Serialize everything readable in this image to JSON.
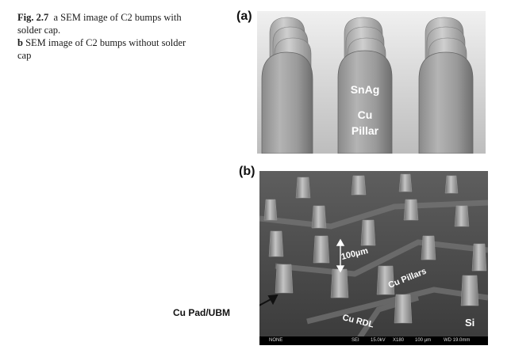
{
  "caption": {
    "fig_label": "Fig. 2.7",
    "line_a": "a SEM image of C2 bumps with solder cap.",
    "sub_b": "b",
    "line_b": "SEM image of C2 bumps without solder cap"
  },
  "panel_a": {
    "label": "(a)",
    "text_solder": "SnAg",
    "text_cu": "Cu",
    "text_pillar": "Pillar"
  },
  "panel_b": {
    "label": "(b)",
    "scale_text": "100µm",
    "pillars_text": "Cu Pillars",
    "rdl_text": "Cu RDL",
    "si_text": "Si",
    "pad_label": "Cu Pad/UBM",
    "info": {
      "none": "NONE",
      "sei": "SEI",
      "kv": "15.0kV",
      "mag": "X180",
      "scalebar": "100 µm",
      "wd": "WD 19.0mm"
    }
  }
}
